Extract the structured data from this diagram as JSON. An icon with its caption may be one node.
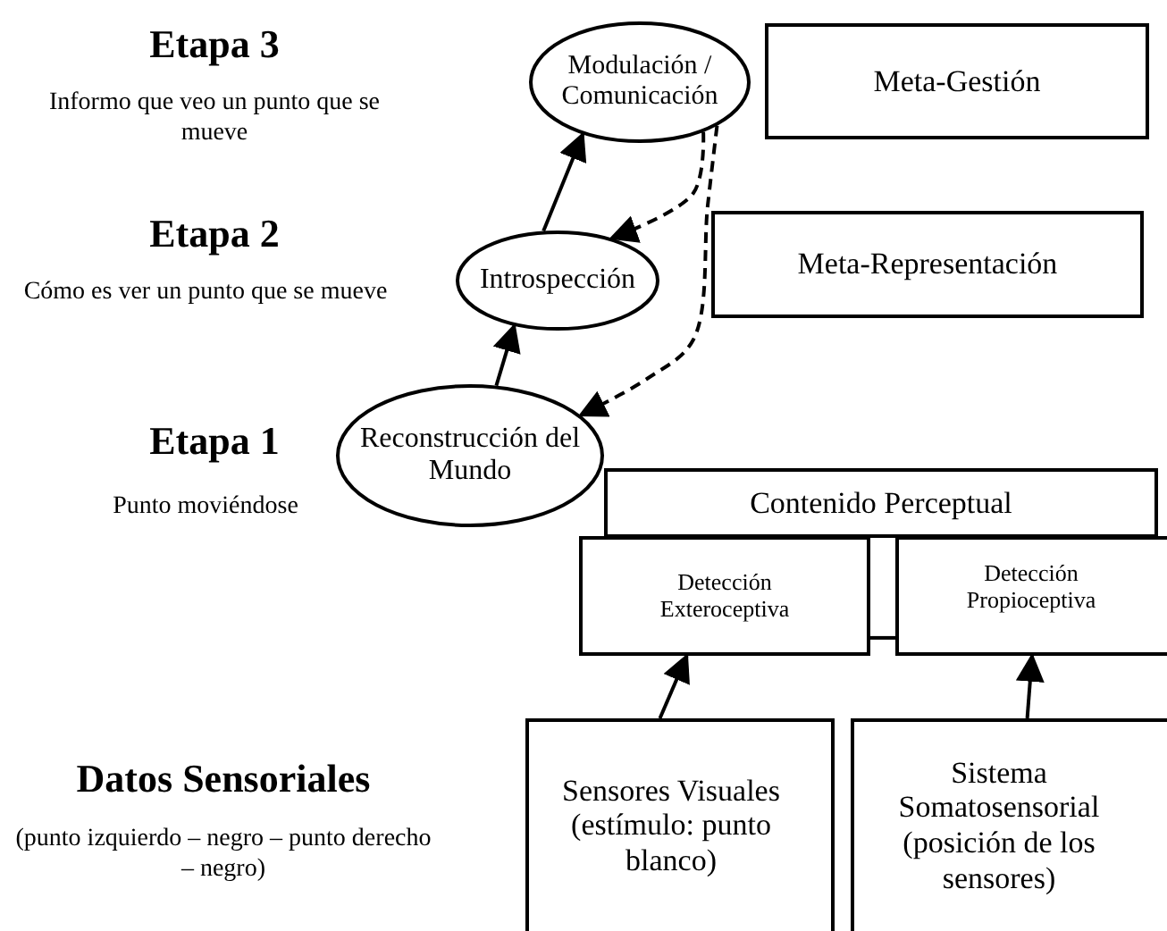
{
  "diagram": {
    "nodes": [
      {
        "text": [
          "Modulación / Comunicación"
        ]
      },
      {
        "text": [
          "Meta-Gestión"
        ]
      },
      {
        "text": [
          "Introspección"
        ]
      },
      {
        "text": [
          "Meta-Representación"
        ]
      },
      {
        "text": [
          "Reconstrucción del Mundo"
        ]
      },
      {
        "text": [
          "Contenido Perceptual"
        ]
      },
      {
        "text": [
          "Detección Exteroceptiva"
        ]
      },
      {
        "text": [
          "Detección Propioceptiva"
        ]
      },
      {
        "text": [
          "Sensores Visuales (estímulo: punto blanco)"
        ]
      },
      {
        "text": [
          "Sistema Somatosensorial (posición de los sensores)"
        ]
      }
    ],
    "edges": [
      {
        "from": 4,
        "to": 2,
        "arrow": "to"
      },
      {
        "from": 2,
        "to": 0,
        "arrow": "to"
      },
      {
        "from": 0,
        "to": 2,
        "arrow": "to",
        "style": "dashed"
      },
      {
        "from": 0,
        "to": 4,
        "arrow": "to",
        "style": "dashed"
      },
      {
        "from": 8,
        "to": 6,
        "arrow": "to"
      },
      {
        "from": 9,
        "to": 7,
        "arrow": "to"
      },
      {
        "from": 6,
        "to": 7,
        "arrow": "none"
      }
    ],
    "labels": [
      "Etapa 3",
      "Informo que veo un punto que se mueve",
      "Etapa 2",
      "Cómo es ver un punto que se mueve",
      "Etapa 1",
      "Punto moviéndose",
      "Datos Sensoriales",
      "(punto izquierdo – negro – punto derecho – negro)"
    ]
  }
}
